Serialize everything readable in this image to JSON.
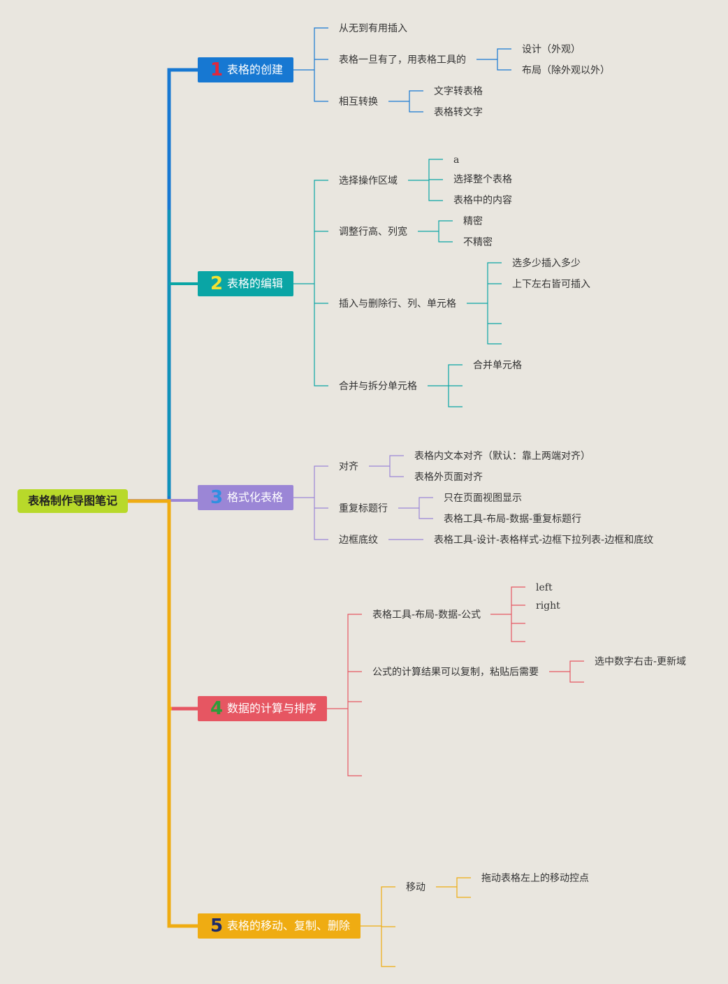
{
  "root": {
    "label": "表格制作导图笔记"
  },
  "branches": [
    {
      "num": "1",
      "label": "表格的创建",
      "color": "#1778d2",
      "num_color": "#e0283c",
      "items": {
        "a": "从无到有用插入",
        "b": "表格一旦有了，用表格工具的",
        "b1": "设计（外观）",
        "b2": "布局（除外观以外）",
        "c": "相互转换",
        "c1": "文字转表格",
        "c2": "表格转文字"
      }
    },
    {
      "num": "2",
      "label": "表格的编辑",
      "color": "#0aa5a5",
      "num_color": "#f2e233",
      "items": {
        "a": "选择操作区域",
        "a1": "a",
        "a2": "选择整个表格",
        "a3": "表格中的内容",
        "b": "调整行高、列宽",
        "b1": "精密",
        "b2": "不精密",
        "c": "插入与删除行、列、单元格",
        "c1": "选多少插入多少",
        "c2": "上下左右皆可插入",
        "d": "合并与拆分单元格",
        "d1": "合并单元格"
      }
    },
    {
      "num": "3",
      "label": "格式化表格",
      "color": "#9b86d6",
      "num_color": "#2f8fe0",
      "items": {
        "a": "对齐",
        "a1": "表格内文本对齐（默认：靠上两端对齐）",
        "a2": "表格外页面对齐",
        "b": "重复标题行",
        "b1": "只在页面视图显示",
        "b2": "表格工具-布局-数据-重复标题行",
        "c": "边框底纹",
        "c1": "表格工具-设计-表格样式-边框下拉列表-边框和底纹"
      }
    },
    {
      "num": "4",
      "label": "数据的计算与排序",
      "color": "#e65662",
      "num_color": "#2d9c3a",
      "items": {
        "a": "表格工具-布局-数据-公式",
        "a1": "left",
        "a2": "right",
        "b": "公式的计算结果可以复制，粘贴后需要",
        "b1": "选中数字右击-更新域"
      }
    },
    {
      "num": "5",
      "label": "表格的移动、复制、删除",
      "color": "#efac12",
      "num_color": "#1c2a6b",
      "items": {
        "a": "移动",
        "a1": "拖动表格左上的移动控点"
      }
    }
  ]
}
